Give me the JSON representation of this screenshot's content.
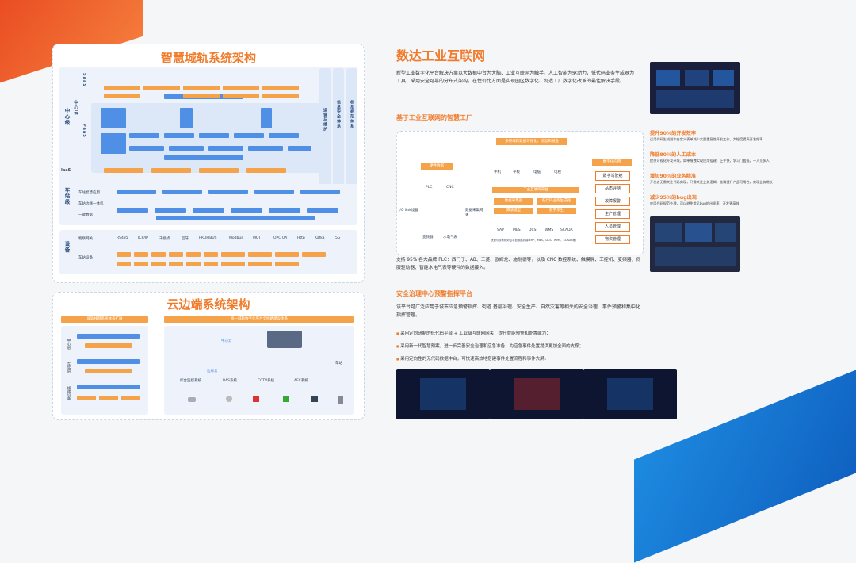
{
  "left": {
    "arch_title": "智慧城轨系统架构",
    "platform_banner": "智慧城轨数字孪生管理",
    "rows": {
      "center": "中心级",
      "center_cloud": "中心云",
      "saas": "SaaS",
      "paas": "PaaS",
      "iaas": "IaaS",
      "station": "车站级",
      "device": "设备",
      "ops": "运营与维护",
      "security": "信息安全体系",
      "standard": "标准规范体系"
    },
    "station_items": [
      "车站智慧应用",
      "车站边缘一体机",
      "一键数据"
    ],
    "device_items": [
      "物联网关",
      "车站设备"
    ],
    "protocols": [
      "RS485",
      "TCP/IP",
      "干接点",
      "蓝牙",
      "PROFIBUS",
      "Modbus",
      "MQTT",
      "OPC UA",
      "Http",
      "Kafka",
      "5G"
    ],
    "edge_title": "云边端系统架构",
    "edge_left_banner": "城轨线网系统体系扩展",
    "edge_right_banner": "统一城轨数字化平台全线路建设体系",
    "edge_rows": [
      "中心层",
      "车站层",
      "线路设备"
    ],
    "edge_cloud": "中心云",
    "edge_systems": [
      "综合监控系统",
      "BAS系统",
      "CCTV系统",
      "AFC系统"
    ],
    "edge_node": "边缘云",
    "edge_station": "车站"
  },
  "right": {
    "main_title": "数达工业互联网",
    "intro": "新型工业数字化平台解决方案以大数据中台为大脑、工业互联网为触手、人工智能为驱动力，低代码业务生成器为工具，采用安全可靠的分布式架构，在性价比方面是实现园区数字化、制造工厂数字化改革的最佳解决手段。",
    "factory_title": "基于工业互联网的智慧工厂",
    "factory_top": "多终端跨数据可视化、消息和报送",
    "hardware": "硬件数据",
    "plc": "PLC",
    "cnc": "CNC",
    "io": "I/O link设备",
    "collect": "数据采集网关",
    "meters": [
      "变频器",
      "水电气表"
    ],
    "terminals": [
      "手机",
      "平板",
      "电脑",
      "电视"
    ],
    "platform": "工业互联网平台",
    "modules": [
      "数据采集器",
      "低代码业务生成器",
      "算法模型",
      "数字孪生"
    ],
    "systems": [
      "SAP",
      "MES",
      "DCS",
      "WMS",
      "SCADA"
    ],
    "systems_note": "快速与现有相对应平台数据对接(ERP、MES、DCS、WMS、SCADA等)",
    "apps_title": "数字化应用",
    "apps": [
      "数字驾驶舱",
      "品质评测",
      "故障报警",
      "生产管理",
      "人员管理",
      "物资管理"
    ],
    "support": "支持 95% 各大品牌 PLC：西门子、AB、三菱、欧姆龙、施耐德等，以及 CNC 数控系统、触摸屏、工控机、变频器、伺服驱动器、智能水电气表等硬件的数据接入。",
    "features": [
      {
        "t": "提升90%的开发效率",
        "d": "运用代码生成器和自定义表单减少大量重复性开发工作，大幅度提高开发效率"
      },
      {
        "t": "降低80%的人工成本",
        "d": "提供可视化开发环境，简单拖拽实现应用搭建，上手快，学习门槛低，一人顶多人"
      },
      {
        "t": "增加90%的业务精准",
        "d": "开发者无需关注代码实现，只需关注业务逻辑，准确提升产品可用性，实现业务增长"
      },
      {
        "t": "减少95%的bug出现",
        "d": "底层代码规范处理，可以避免常见bug的出现率，开发更高效"
      }
    ],
    "safety_title": "安全治理中心预警指挥平台",
    "safety_intro": "该平台可广泛应用于城市应急预警指挥、街道 基层治理、安全生产、自然灾害等相关的安全治理、事件预警和集中化指挥管理。",
    "bullets": [
      "采用定向研制的低代码平台 + 工业级互联网网关，提升智能预警和处置能力；",
      "采用新一代智慧预案，进一步完善安全治理和应急准备，为应急事件处置提供更加全面的支撑；",
      "采用定向性的无代码数据中台，可快速高效地搭建事件处置流程和事件大屏。"
    ]
  }
}
